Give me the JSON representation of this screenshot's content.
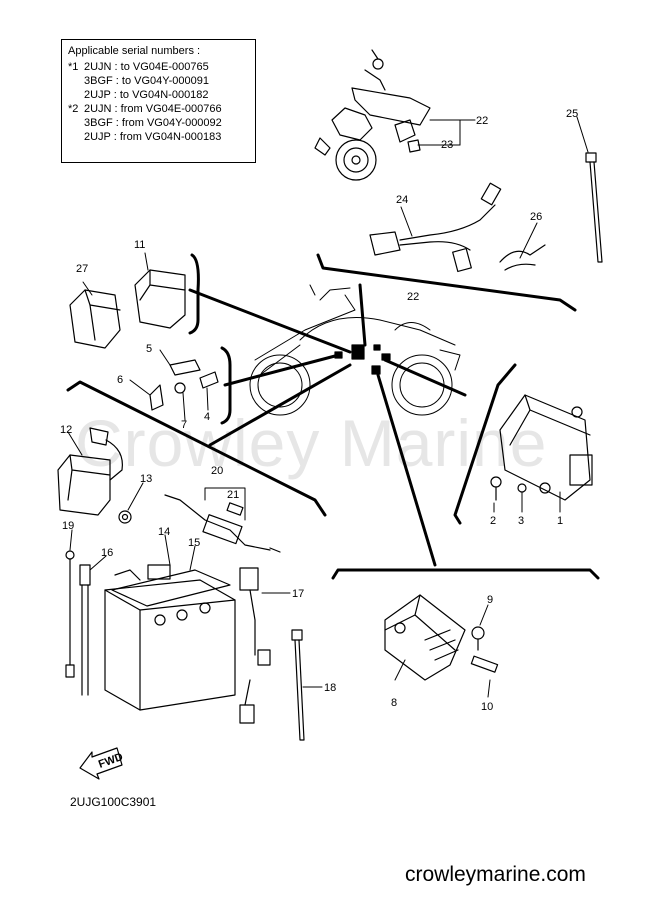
{
  "serial_box": {
    "title": "Applicable serial numbers :",
    "rows": [
      {
        "mark": "*1",
        "text": "2UJN : to VG04E-000765"
      },
      {
        "mark": "",
        "text": "3BGF : to VG04Y-000091"
      },
      {
        "mark": "",
        "text": "2UJP : to VG04N-000182"
      },
      {
        "mark": "*2",
        "text": "2UJN : from VG04E-000766"
      },
      {
        "mark": "",
        "text": "3BGF : from VG04Y-000092"
      },
      {
        "mark": "",
        "text": "2UJP : from VG04N-000183"
      }
    ]
  },
  "callouts": {
    "c1": "1",
    "c2": "2",
    "c3": "3",
    "c4": "4",
    "c5": "5",
    "c6": "6",
    "c7": "7",
    "c8": "8",
    "c9": "9",
    "c10": "10",
    "c11": "11",
    "c12": "12",
    "c13": "13",
    "c14": "14",
    "c15": "15",
    "c16": "16",
    "c17": "17",
    "c18": "18",
    "c19": "19",
    "c20": "20",
    "c21": "21",
    "c22a": "22",
    "c22b": "22",
    "c23": "23",
    "c24": "24",
    "c25": "25",
    "c26": "26",
    "c27": "27"
  },
  "fwd_label": "FWD",
  "watermark": "Crowley Marine",
  "drawing_code": "2UJG100C3901",
  "site": "crowleymarine.com"
}
